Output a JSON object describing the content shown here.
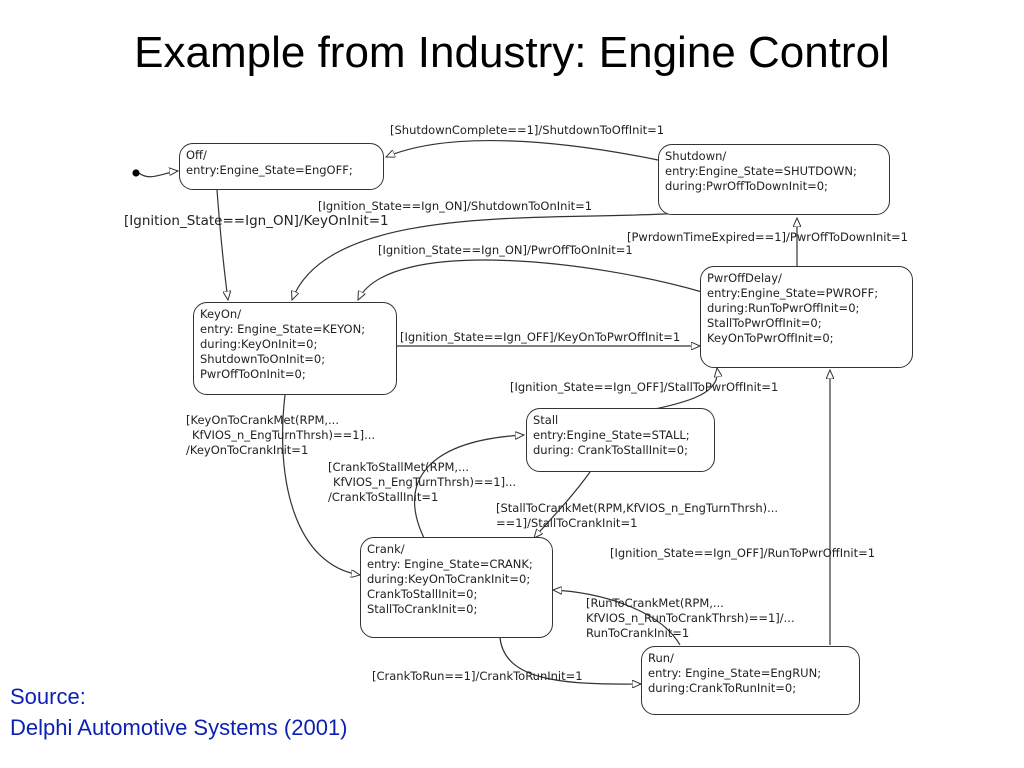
{
  "title": "Example from Industry: Engine Control",
  "source": {
    "label": "Source:",
    "citation": "Delphi Automotive Systems (2001)"
  },
  "states": {
    "off": [
      "Off/",
      "entry:Engine_State=EngOFF;"
    ],
    "shutdown": [
      "Shutdown/",
      "entry:Engine_State=SHUTDOWN;",
      "during:PwrOffToDownInit=0;"
    ],
    "keyon": [
      "KeyOn/",
      "entry: Engine_State=KEYON;",
      "during:KeyOnInit=0;",
      "ShutdownToOnInit=0;",
      "PwrOffToOnInit=0;"
    ],
    "pwroffdelay": [
      "PwrOffDelay/",
      "entry:Engine_State=PWROFF;",
      "during:RunToPwrOffInit=0;",
      "StallToPwrOffInit=0;",
      "KeyOnToPwrOffInit=0;"
    ],
    "stall": [
      "Stall",
      "entry:Engine_State=STALL;",
      "during: CrankToStallInit=0;"
    ],
    "crank": [
      "Crank/",
      "entry: Engine_State=CRANK;",
      "during:KeyOnToCrankInit=0;",
      "CrankToStallInit=0;",
      "StallToCrankInit=0;"
    ],
    "run": [
      "Run/",
      "entry: Engine_State=EngRUN;",
      "during:CrankToRunInit=0;"
    ]
  },
  "transitions": {
    "shutdown_to_off": [
      "[ShutdownComplete==1]/ShutdownToOffInit=1"
    ],
    "off_to_keyon": [
      "[Ignition_State==Ign_ON]/KeyOnInit=1"
    ],
    "shutdown_to_keyon": [
      "[Ignition_State==Ign_ON]/ShutdownToOnInit=1"
    ],
    "pwroff_to_shutdown": [
      "[PwrdownTimeExpired==1]/PwrOffToDownInit=1"
    ],
    "pwroff_to_keyon": [
      "[Ignition_State==Ign_ON]/PwrOffToOnInit=1"
    ],
    "keyon_to_pwroff": [
      "[Ignition_State==Ign_OFF]/KeyOnToPwrOffInit=1"
    ],
    "stall_to_pwroff": [
      "[Ignition_State==Ign_OFF]/StallToPwrOffInit=1"
    ],
    "keyon_to_crank": [
      "[KeyOnToCrankMet(RPM,...",
      "KfVIOS_n_EngTurnThrsh)==1]...",
      "/KeyOnToCrankInit=1"
    ],
    "crank_to_stall": [
      "[CrankToStallMet(RPM,...",
      "KfVIOS_n_EngTurnThrsh)==1]...",
      "/CrankToStallInit=1"
    ],
    "stall_to_crank": [
      "[StallToCrankMet(RPM,KfVIOS_n_EngTurnThrsh)...",
      "==1]/StallToCrankInit=1"
    ],
    "run_to_pwroff": [
      "[Ignition_State==Ign_OFF]/RunToPwrOffInit=1"
    ],
    "run_to_crank": [
      "[RunToCrankMet(RPM,...",
      "KfVIOS_n_RunToCrankThrsh)==1]/...",
      "RunToCrankInit=1"
    ],
    "crank_to_run": [
      "[CrankToRun==1]/CrankToRunInit=1"
    ]
  }
}
